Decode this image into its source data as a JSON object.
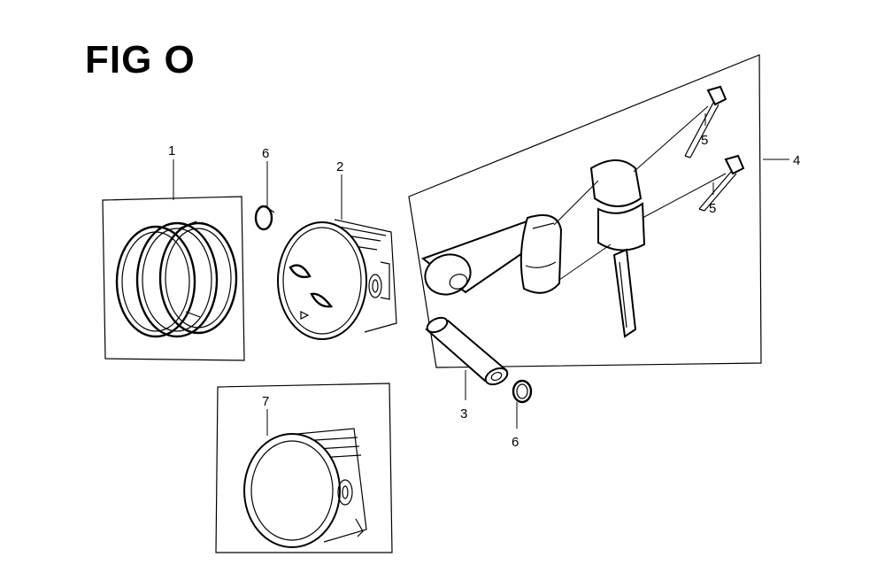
{
  "figure": {
    "title": "FIG O"
  },
  "callouts": [
    {
      "id": "c1",
      "label": "1"
    },
    {
      "id": "c2",
      "label": "2"
    },
    {
      "id": "c3",
      "label": "3"
    },
    {
      "id": "c4",
      "label": "4"
    },
    {
      "id": "c5a",
      "label": "5"
    },
    {
      "id": "c5b",
      "label": "5"
    },
    {
      "id": "c6a",
      "label": "6"
    },
    {
      "id": "c6b",
      "label": "6"
    },
    {
      "id": "c7",
      "label": "7"
    }
  ],
  "parts": [
    {
      "name": "piston-ring-set-icon"
    },
    {
      "name": "piston-icon"
    },
    {
      "name": "piston-pin-icon"
    },
    {
      "name": "connecting-rod-icon"
    },
    {
      "name": "rod-bolt-icon"
    },
    {
      "name": "circlip-icon"
    },
    {
      "name": "oversize-piston-icon"
    }
  ]
}
